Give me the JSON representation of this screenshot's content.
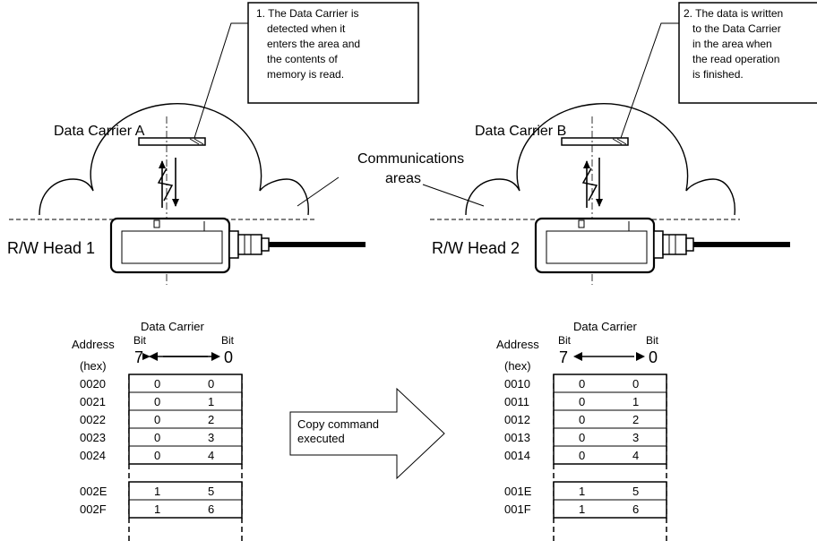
{
  "note1": {
    "lines": [
      "1. The Data Carrier is",
      "detected when it",
      "enters the area and",
      "the contents of",
      "memory is read."
    ]
  },
  "note2": {
    "lines": [
      "2. The data is written",
      "to the Data Carrier",
      "in the area when",
      "the read operation",
      "is finished."
    ]
  },
  "carrier_a_label": "Data Carrier A",
  "carrier_b_label": "Data Carrier B",
  "head1_label": "R/W Head 1",
  "head2_label": "R/W Head 2",
  "comm_areas_label": [
    "Communications",
    "areas"
  ],
  "copy_command_label": [
    "Copy command",
    "executed"
  ],
  "table_left": {
    "title": "Data Carrier",
    "address_label": [
      "Address",
      "(hex)"
    ],
    "bit_label": "Bit",
    "bit_high": "7",
    "bit_low": "0",
    "rows": [
      {
        "addr": "0020",
        "b7": "0",
        "b0": "0"
      },
      {
        "addr": "0021",
        "b7": "0",
        "b0": "1"
      },
      {
        "addr": "0022",
        "b7": "0",
        "b0": "2"
      },
      {
        "addr": "0023",
        "b7": "0",
        "b0": "3"
      },
      {
        "addr": "0024",
        "b7": "0",
        "b0": "4"
      },
      {
        "addr": "002E",
        "b7": "1",
        "b0": "5"
      },
      {
        "addr": "002F",
        "b7": "1",
        "b0": "6"
      }
    ]
  },
  "table_right": {
    "title": "Data Carrier",
    "address_label": [
      "Address",
      "(hex)"
    ],
    "bit_label": "Bit",
    "bit_high": "7",
    "bit_low": "0",
    "rows": [
      {
        "addr": "0010",
        "b7": "0",
        "b0": "0"
      },
      {
        "addr": "0011",
        "b7": "0",
        "b0": "1"
      },
      {
        "addr": "0012",
        "b7": "0",
        "b0": "2"
      },
      {
        "addr": "0013",
        "b7": "0",
        "b0": "3"
      },
      {
        "addr": "0014",
        "b7": "0",
        "b0": "4"
      },
      {
        "addr": "001E",
        "b7": "1",
        "b0": "5"
      },
      {
        "addr": "001F",
        "b7": "1",
        "b0": "6"
      }
    ]
  }
}
